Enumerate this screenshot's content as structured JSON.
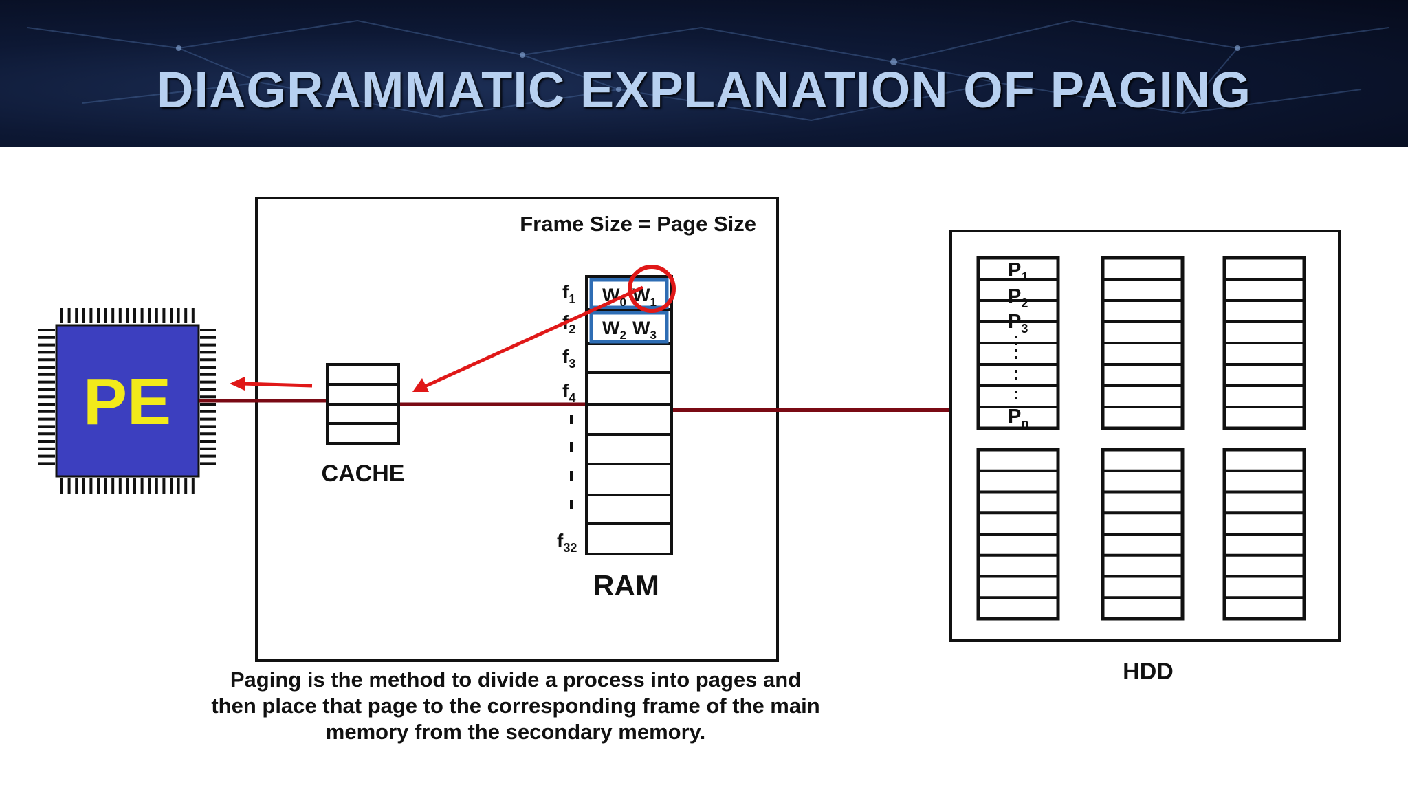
{
  "header": {
    "title": "DIAGRAMMATIC EXPLANATION OF PAGING"
  },
  "processor": {
    "label": "PE"
  },
  "cache": {
    "label": "CACHE"
  },
  "ram": {
    "label": "RAM",
    "note": "Frame Size = Page Size",
    "frames": [
      {
        "base": "f",
        "sub": "1"
      },
      {
        "base": "f",
        "sub": "2"
      },
      {
        "base": "f",
        "sub": "3"
      },
      {
        "base": "f",
        "sub": "4"
      },
      {
        "base": "f",
        "sub": "32"
      }
    ],
    "words": [
      {
        "base": "W",
        "sub": "0"
      },
      {
        "base": "W",
        "sub": "1"
      },
      {
        "base": "W",
        "sub": "2"
      },
      {
        "base": "W",
        "sub": "3"
      }
    ]
  },
  "hdd": {
    "label": "HDD",
    "pages": [
      {
        "base": "P",
        "sub": "1"
      },
      {
        "base": "P",
        "sub": "2"
      },
      {
        "base": "P",
        "sub": "3"
      },
      {
        "base": "P",
        "sub": "n"
      }
    ]
  },
  "caption": "Paging is the method to divide a process into pages and then place that page to the corresponding frame of the main memory from the secondary memory.",
  "colors": {
    "banner_text": "#b7d0f0",
    "chip": "#3c3fbf",
    "chip_text": "#f2ea1a",
    "bus": "#7a0a14",
    "arrow": "#e01818",
    "frame_highlight": "#2e6db4"
  }
}
